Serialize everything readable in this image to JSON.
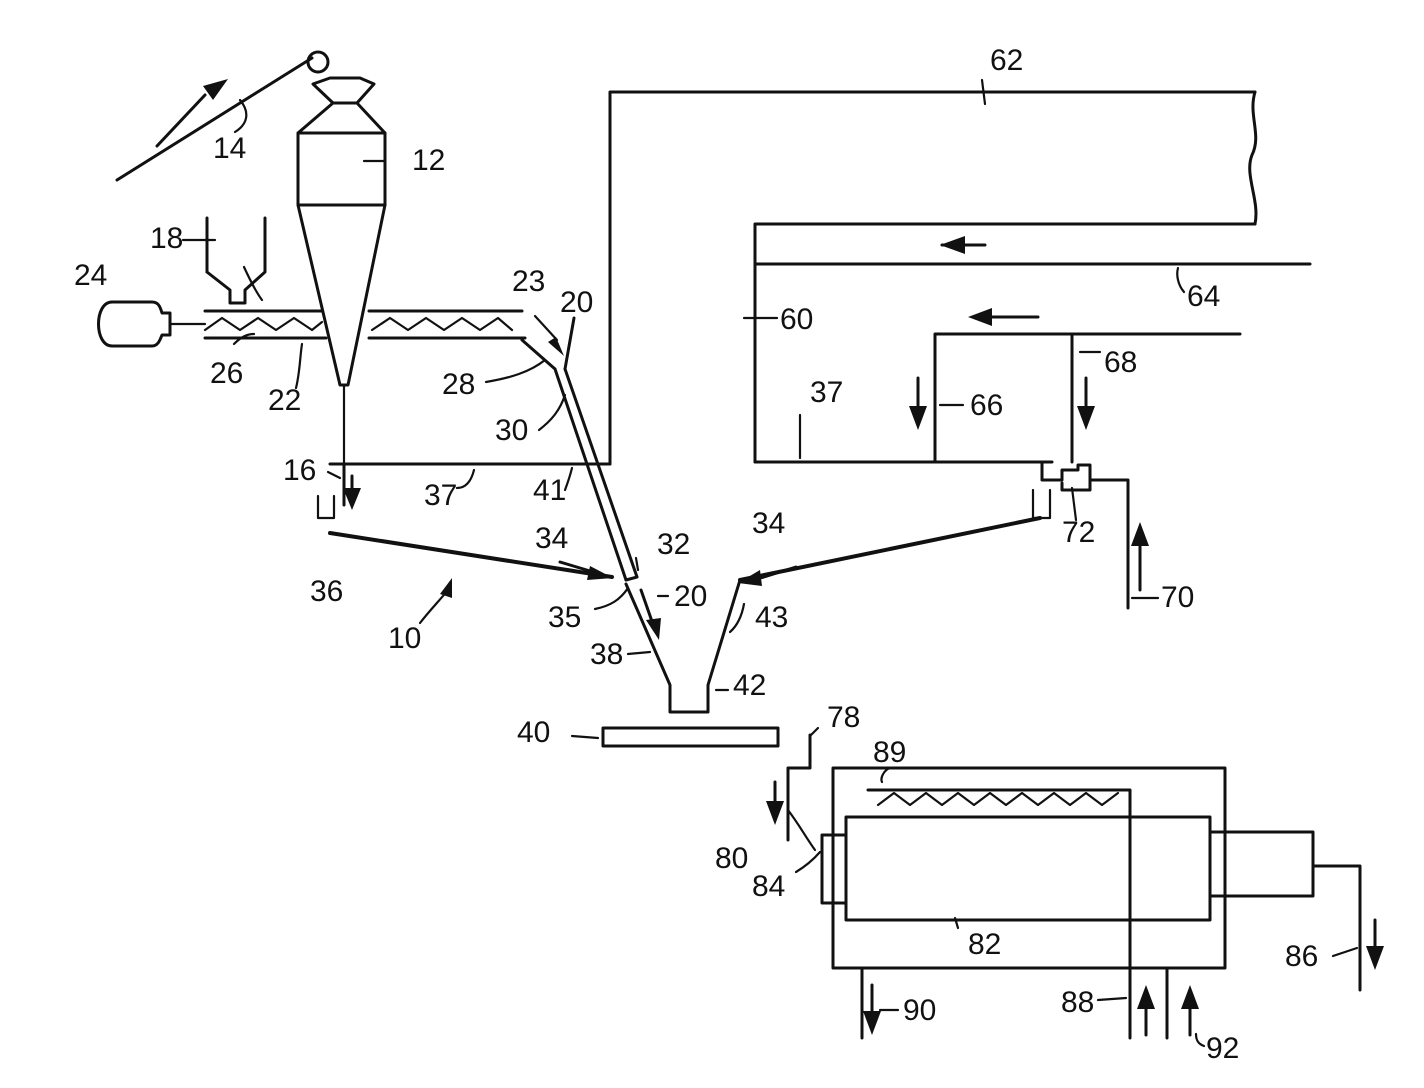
{
  "labels": {
    "l10": "10",
    "l12": "12",
    "l14": "14",
    "l16": "16",
    "l18": "18",
    "l20a": "20",
    "l20b": "20",
    "l22": "22",
    "l23": "23",
    "l24": "24",
    "l26": "26",
    "l28": "28",
    "l30": "30",
    "l32": "32",
    "l34a": "34",
    "l34b": "34",
    "l35": "35",
    "l36": "36",
    "l37a": "37",
    "l37b": "37",
    "l38": "38",
    "l40": "40",
    "l41": "41",
    "l42": "42",
    "l43": "43",
    "l60": "60",
    "l62": "62",
    "l64": "64",
    "l66": "66",
    "l68": "68",
    "l70": "70",
    "l72": "72",
    "l78": "78",
    "l80": "80",
    "l82": "82",
    "l84": "84",
    "l86": "86",
    "l88": "88",
    "l89": "89",
    "l90": "90",
    "l92": "92"
  }
}
